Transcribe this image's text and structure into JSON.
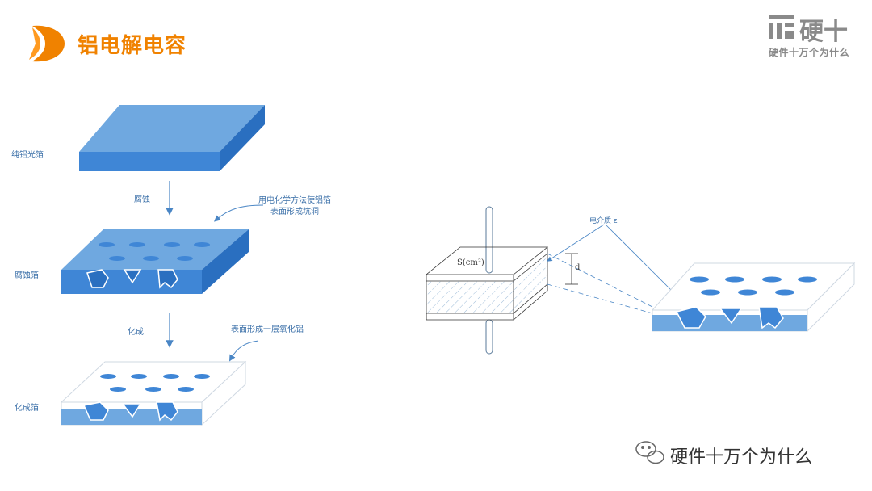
{
  "header": {
    "title": "铝电解电容",
    "brand_name": "硬十",
    "brand_subtitle": "硬件十万个为什么"
  },
  "process": {
    "stage1_label": "纯铝光箔",
    "step1_label": "腐蚀",
    "step1_note_line1": "用电化学方法使铝箔",
    "step1_note_line2": "表面形成坑洞",
    "stage2_label": "腐蚀箔",
    "step2_label": "化成",
    "step2_note": "表面形成一层氧化铝",
    "stage3_label": "化成箔"
  },
  "capacitor": {
    "area_label": "S(cm²)",
    "thickness_label": "d",
    "dielectric_label": "电介质 ε"
  },
  "footer": {
    "text": "硬件十万个为什么"
  },
  "colors": {
    "accent": "#f08200",
    "foil_top": "#6fa8e0",
    "foil_front": "#3f86d6",
    "foil_side": "#2a6fc0",
    "line": "#4a86c5"
  }
}
